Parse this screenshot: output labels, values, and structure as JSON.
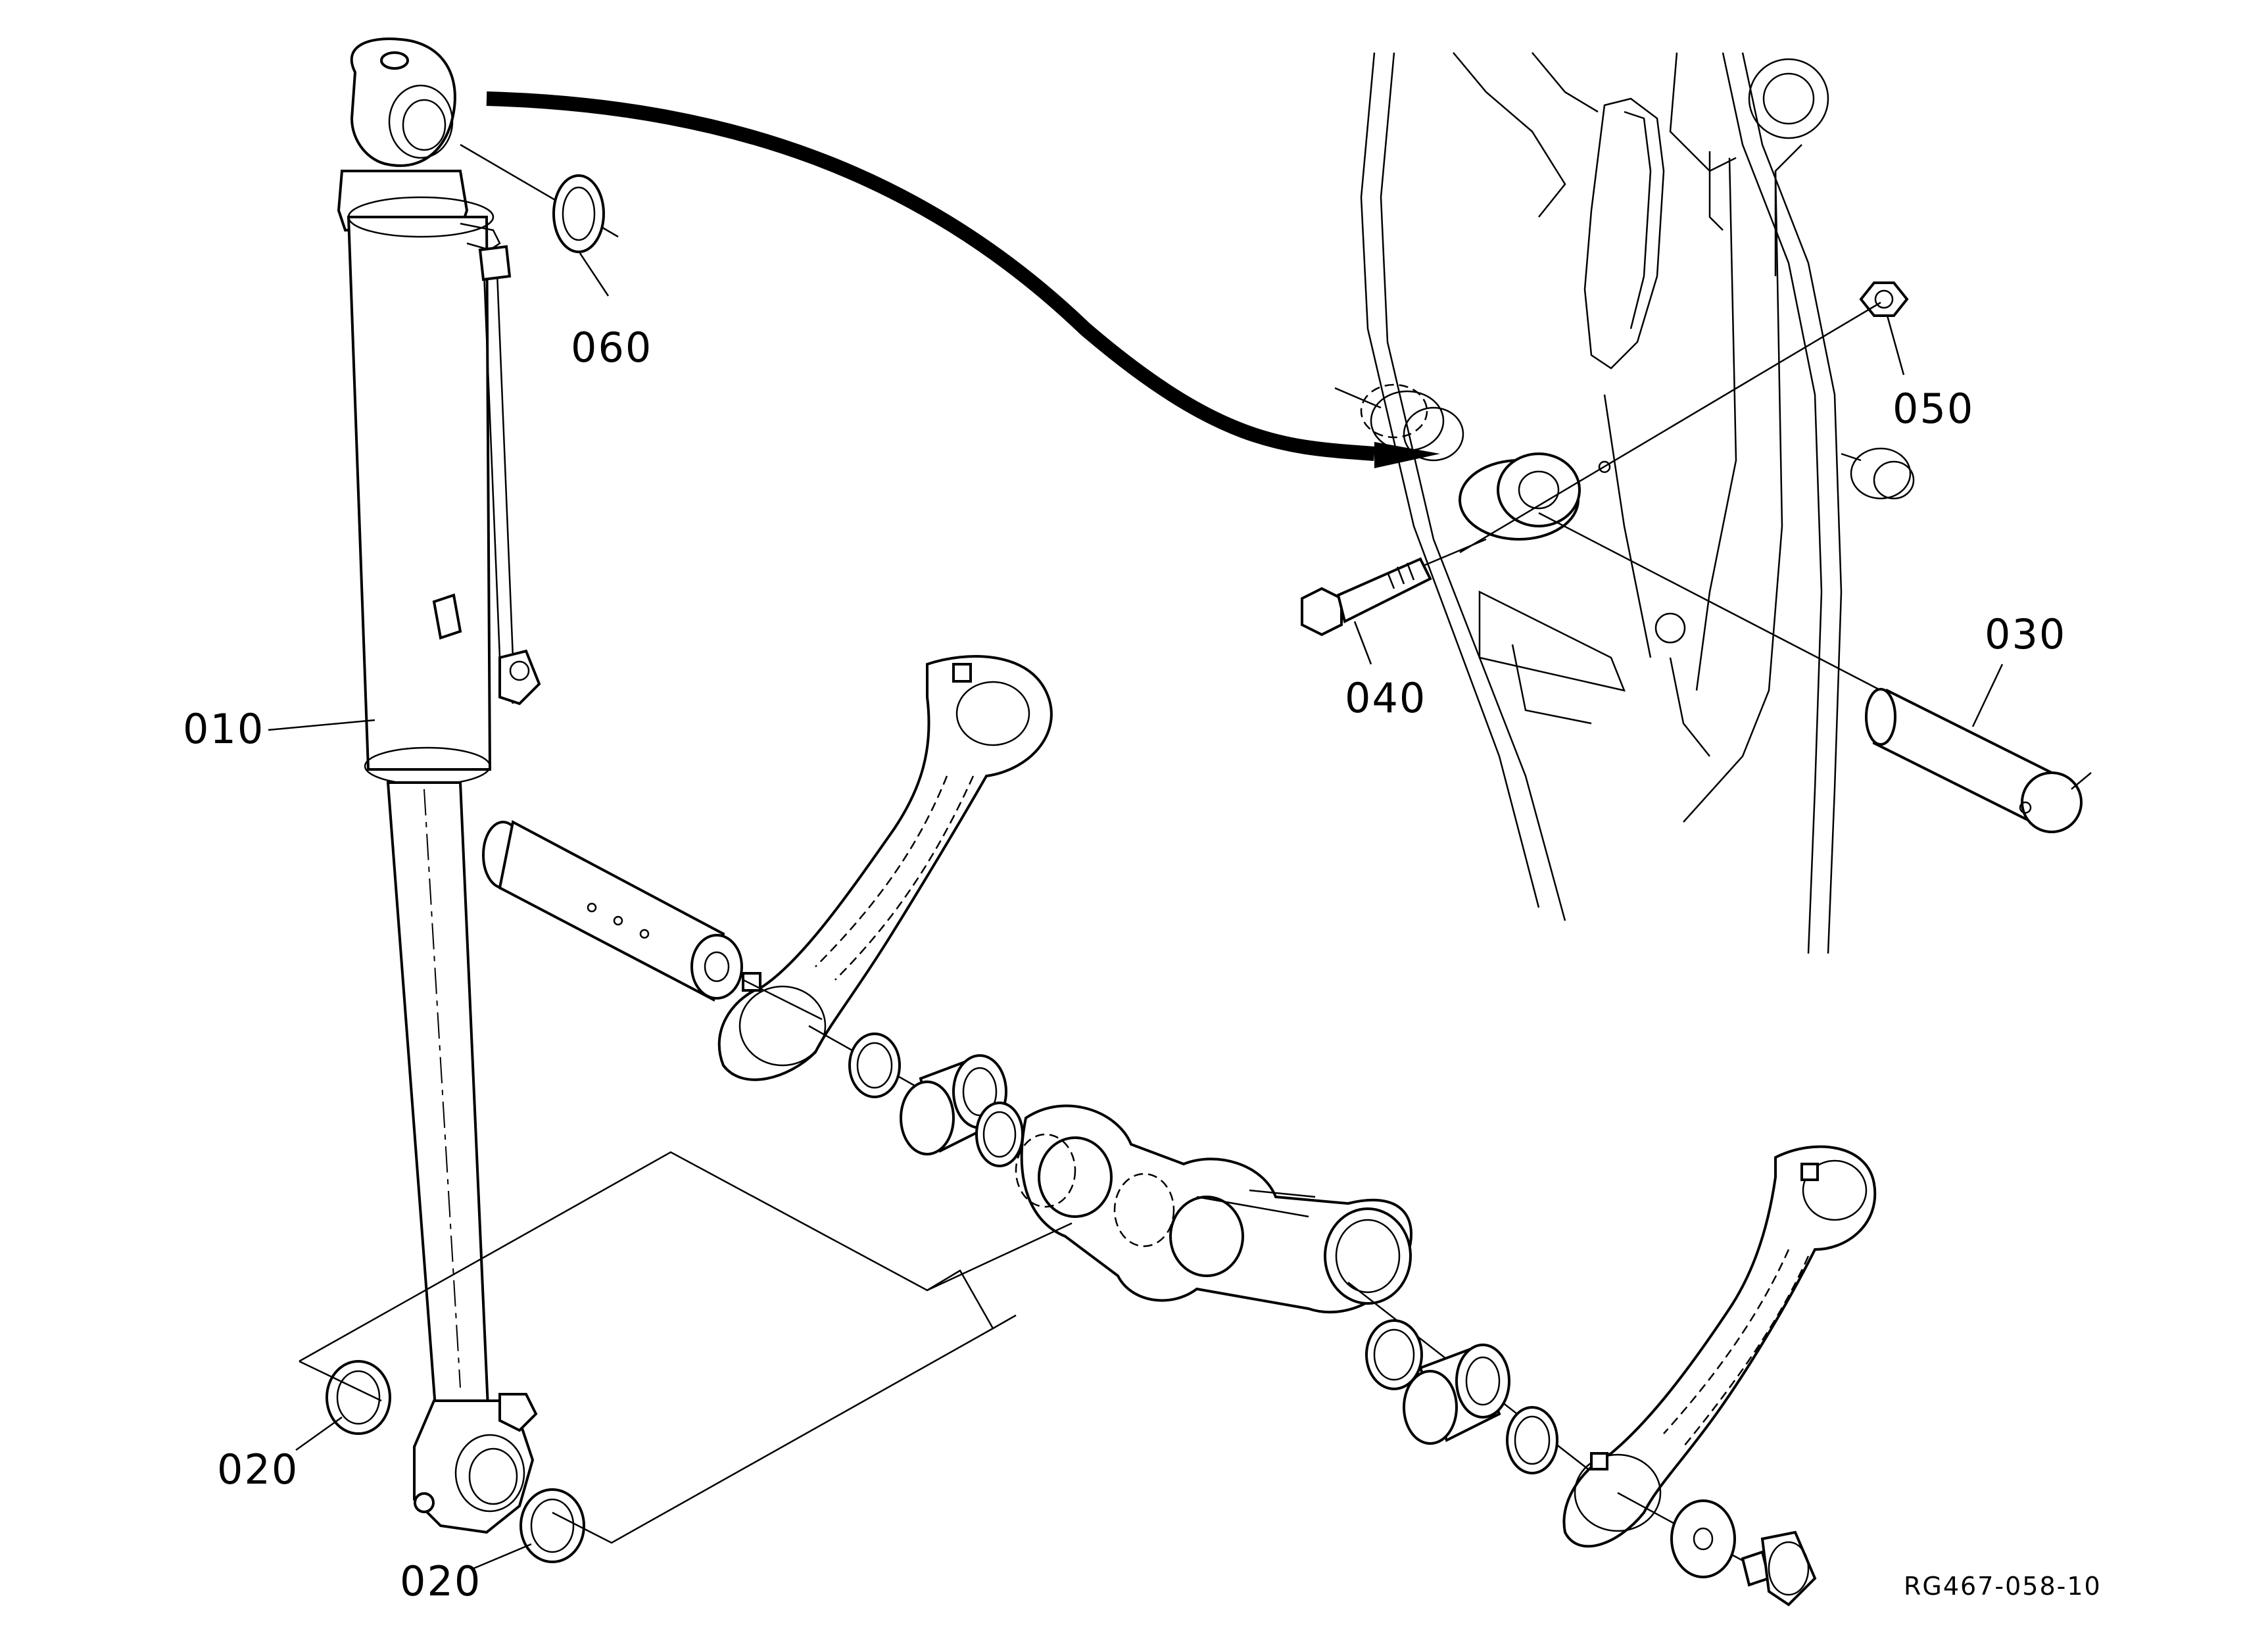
{
  "diagram": {
    "part_labels": {
      "p010": "010",
      "p020a": "020",
      "p020b": "020",
      "p030": "030",
      "p040": "040",
      "p050": "050",
      "p060": "060"
    },
    "reference_code": "RG467-058-10"
  }
}
